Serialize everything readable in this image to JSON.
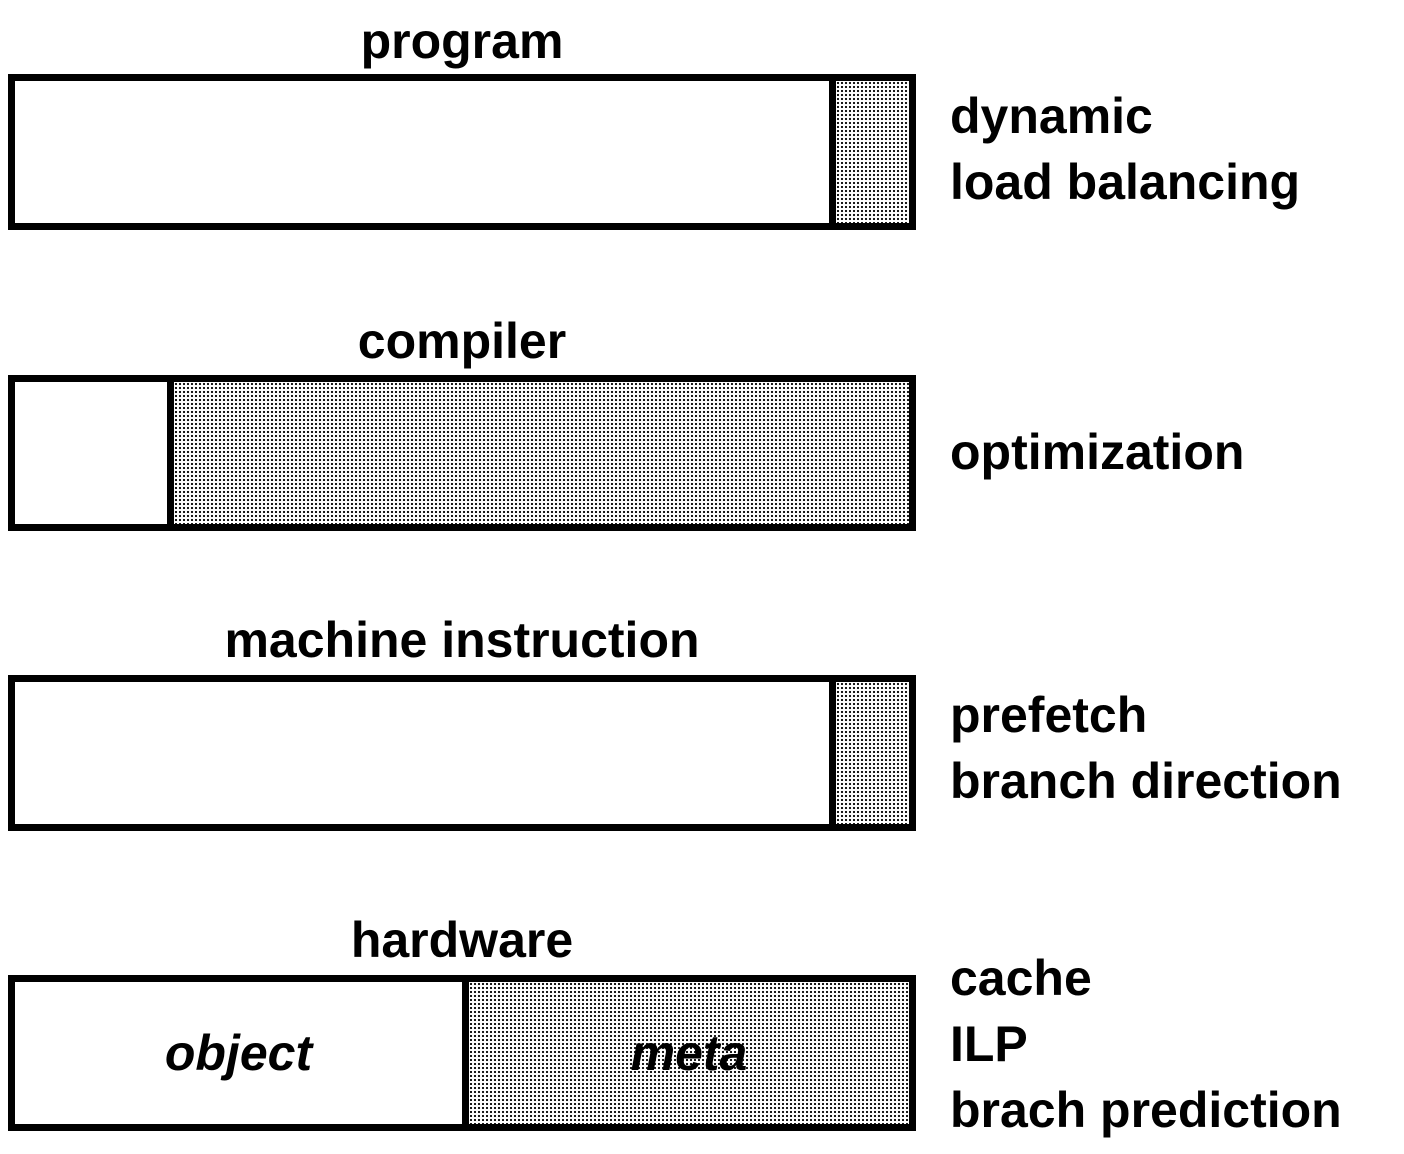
{
  "diagram": {
    "rows": [
      {
        "title": "program",
        "plain_fraction": 0.91,
        "plain_label": "",
        "shaded_label": "",
        "side_labels": [
          "dynamic",
          "load balancing"
        ]
      },
      {
        "title": "compiler",
        "plain_fraction": 0.17,
        "plain_label": "",
        "shaded_label": "",
        "side_labels": [
          "optimization"
        ]
      },
      {
        "title": "machine instruction",
        "plain_fraction": 0.91,
        "plain_label": "",
        "shaded_label": "",
        "side_labels": [
          "prefetch",
          "branch direction"
        ]
      },
      {
        "title": "hardware",
        "plain_fraction": 0.5,
        "plain_label": "object",
        "shaded_label": "meta",
        "side_labels": [
          "cache",
          "ILP",
          "brach prediction"
        ]
      }
    ],
    "colors": {
      "outline": "#000000",
      "background": "#ffffff",
      "shading_dots": "#000000"
    }
  }
}
